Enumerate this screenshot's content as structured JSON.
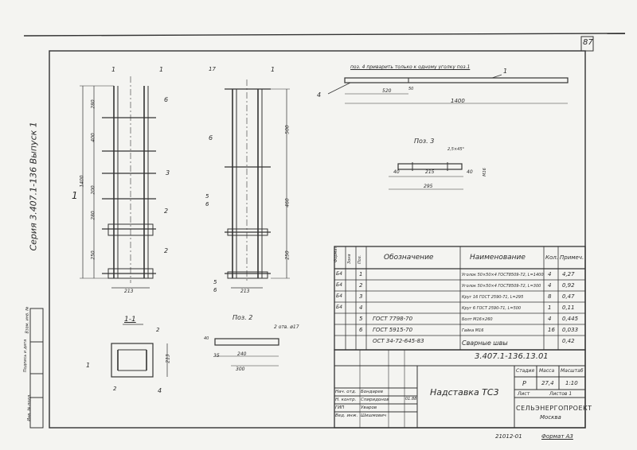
{
  "sheet": {
    "number": "87"
  },
  "side_labels": {
    "series": "Серия 3.407.1-136 Выпуск 1",
    "stamps": [
      "Инв. № подл.",
      "Подпись и дата",
      "Взам. инв. №"
    ]
  },
  "views": {
    "main_mark": "1",
    "section_title": "1-1",
    "pos2_title": "Поз. 2",
    "pos3_title": "Поз. 3",
    "pos4_note": "поз. 4 приварить только к одному уголку поз.1",
    "left_dims": [
      "1400",
      "280",
      "400",
      "200",
      "280",
      "250"
    ],
    "left_width": "213",
    "mid_dims": [
      "500",
      "460",
      "250"
    ],
    "mid_width": "213",
    "callouts_left": [
      "1",
      "1",
      "6",
      "3",
      "2",
      "2"
    ],
    "callouts_mid": [
      "17",
      "1",
      "6",
      "5",
      "6",
      "5",
      "6"
    ],
    "section_dims": [
      "213"
    ],
    "section_callouts": [
      "2",
      "1",
      "2",
      "4"
    ],
    "pos2_dims": [
      "240",
      "300",
      "35",
      "40"
    ],
    "pos2_note": "2 отв. ø17",
    "pos3_dims": [
      "40",
      "215",
      "40",
      "295",
      "М16"
    ],
    "pos3_note": "2,5×45°",
    "pos4_dims": [
      "520",
      "50",
      "1400"
    ],
    "pos4_callouts": [
      "4",
      "1"
    ]
  },
  "spec": {
    "headers": [
      "Формат",
      "Зона",
      "Поз.",
      "Обозначение",
      "Наименование",
      "Кол.",
      "Примеч."
    ],
    "rows": [
      {
        "format": "Б4",
        "zone": "",
        "pos": "1",
        "designation": "",
        "name": "Уголок 50×50×4 ГОСТ8509-72, L=1400",
        "qty": "4",
        "note": "4,27"
      },
      {
        "format": "Б4",
        "zone": "",
        "pos": "2",
        "designation": "",
        "name": "Уголок 50×50×4 ГОСТ8509-72, L=300",
        "qty": "4",
        "note": "0,92"
      },
      {
        "format": "Б4",
        "zone": "",
        "pos": "3",
        "designation": "",
        "name": "Круг 16 ГОСТ 2590-71, L=295",
        "qty": "8",
        "note": "0,47"
      },
      {
        "format": "Б4",
        "zone": "",
        "pos": "4",
        "designation": "",
        "name": "Круг 6 ГОСТ 2590-71, L=500",
        "qty": "1",
        "note": "0,11"
      },
      {
        "format": "",
        "zone": "",
        "pos": "5",
        "designation": "ГОСТ 7798-70",
        "name": "Болт М16×260",
        "qty": "4",
        "note": "0,445"
      },
      {
        "format": "",
        "zone": "",
        "pos": "6",
        "designation": "ГОСТ 5915-70",
        "name": "Гайка М16",
        "qty": "16",
        "note": "0,033"
      },
      {
        "format": "",
        "zone": "",
        "pos": "",
        "designation": "ОСТ 34-72-645-83",
        "name": "Сварные швы",
        "qty": "",
        "note": "0,42"
      }
    ]
  },
  "title_block": {
    "doc_code": "3.407.1-136.13.01",
    "name": "Надставка ТС3",
    "stage_label": "Стадия",
    "mass_label": "Масса",
    "scale_label": "Масштаб",
    "stage": "Р",
    "mass": "27,4",
    "scale": "1:10",
    "sheet_label": "Лист",
    "sheets_label": "Листов 1",
    "org": "СЕЛЬЭНЕРГОПРОЕКТ",
    "city": "Москва",
    "people": [
      {
        "role": "Нач. отд.",
        "name": "Бондарев"
      },
      {
        "role": "Н. контр.",
        "name": "Спиридонов"
      },
      {
        "role": "ГИП",
        "name": "Уваров"
      },
      {
        "role": "Вед. инж.",
        "name": "Шишмович"
      }
    ],
    "date": "01.88"
  },
  "footer": {
    "inv": "21012-01",
    "format": "Формат А3"
  }
}
